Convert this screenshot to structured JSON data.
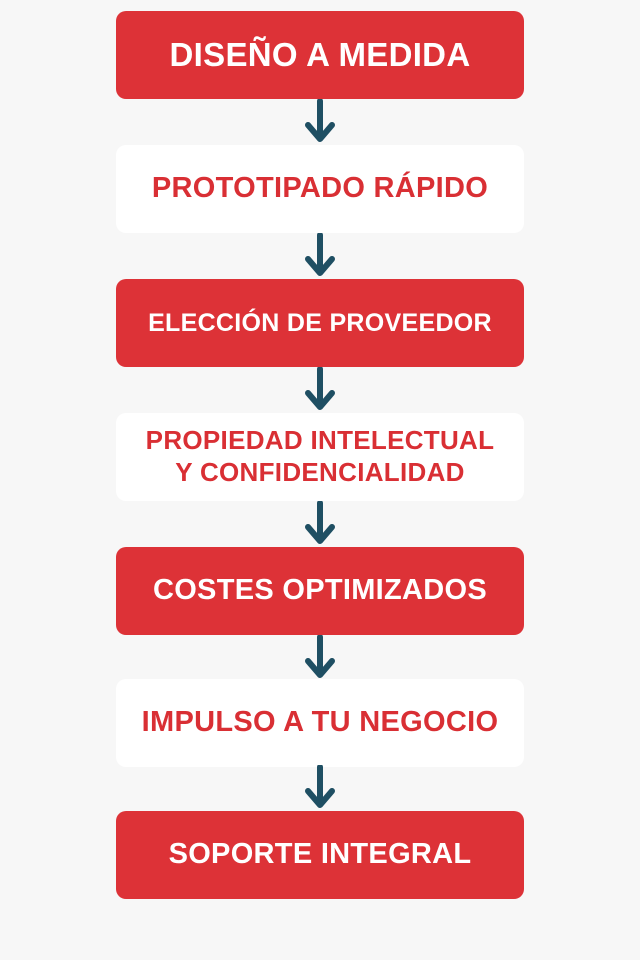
{
  "steps": [
    {
      "label": "DISEÑO A MEDIDA",
      "style": "filled"
    },
    {
      "label": "PROTOTIPADO RÁPIDO",
      "style": "outline"
    },
    {
      "label": "ELECCIÓN DE PROVEEDOR",
      "style": "filled"
    },
    {
      "label": "PROPIEDAD INTELECTUAL\nY CONFIDENCIALIDAD",
      "style": "outline"
    },
    {
      "label": "COSTES OPTIMIZADOS",
      "style": "filled"
    },
    {
      "label": "IMPULSO A TU NEGOCIO",
      "style": "outline"
    },
    {
      "label": "SOPORTE INTEGRAL",
      "style": "filled"
    }
  ],
  "colors": {
    "primary_red": "#dd3237",
    "text_red": "#d92f34",
    "arrow": "#1f4f63",
    "background": "#f7f7f7"
  },
  "icons": {
    "connector": "arrow-down-icon"
  }
}
